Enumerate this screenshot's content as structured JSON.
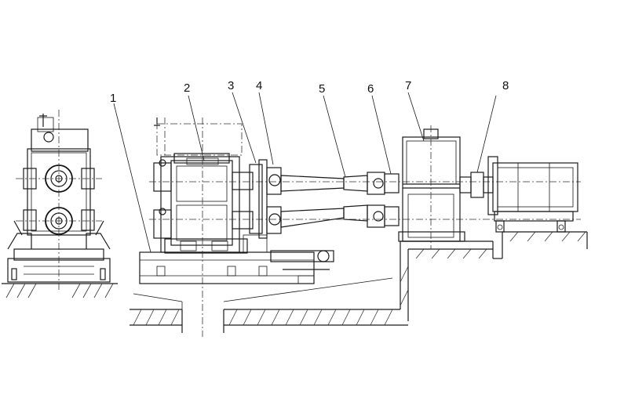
{
  "diagram": {
    "callouts": [
      {
        "id": "callout-1",
        "text": "1"
      },
      {
        "id": "callout-2",
        "text": "2"
      },
      {
        "id": "callout-3",
        "text": "3"
      },
      {
        "id": "callout-4",
        "text": "4"
      },
      {
        "id": "callout-5",
        "text": "5"
      },
      {
        "id": "callout-6",
        "text": "6"
      },
      {
        "id": "callout-7",
        "text": "7"
      },
      {
        "id": "callout-8",
        "text": "8"
      }
    ],
    "line_color": "#1a1a1a",
    "background": "#ffffff"
  }
}
